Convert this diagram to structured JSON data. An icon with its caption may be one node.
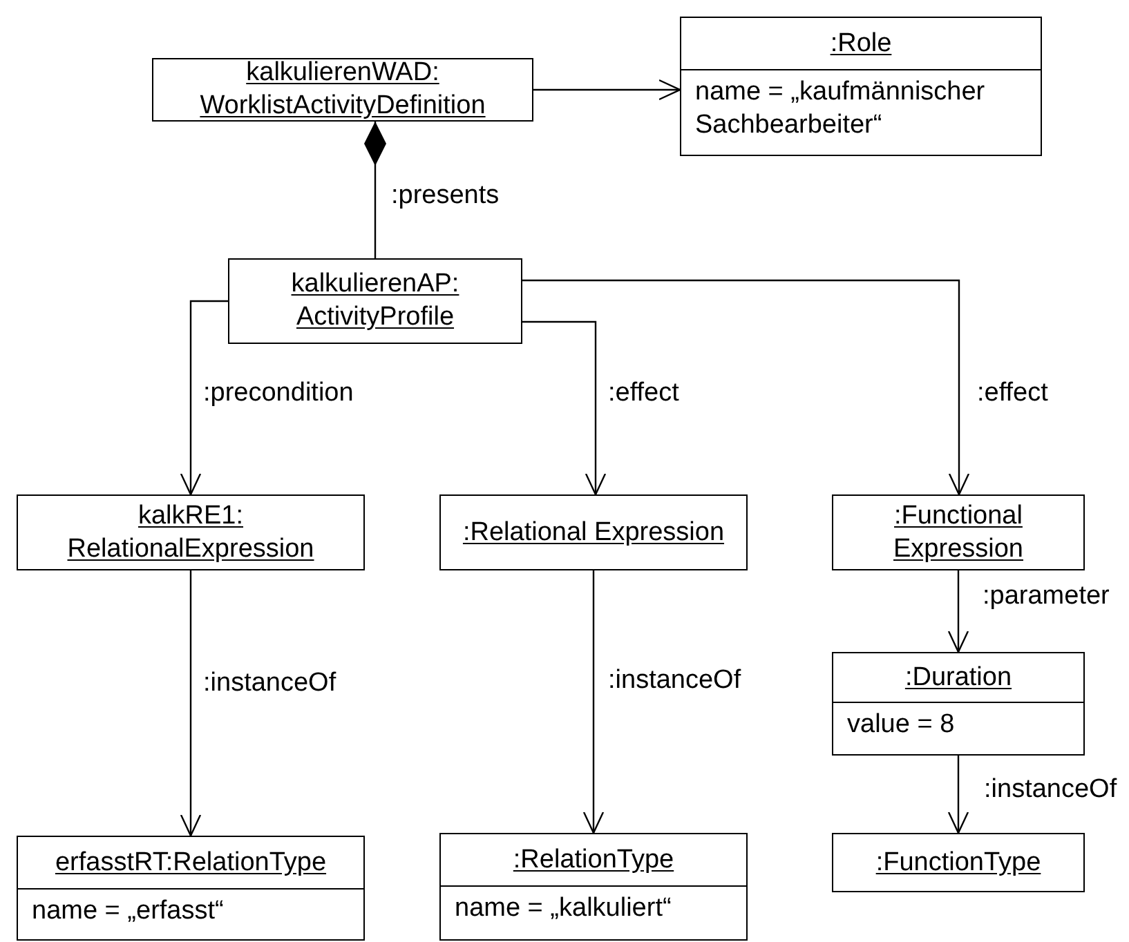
{
  "diagram": {
    "nodes": [
      {
        "text": [
          "kalkulierenWAD: WorklistActivityDefinition"
        ]
      },
      {
        "text": [
          ":Role",
          "name = „kaufmännischer Sachbearbeiter“"
        ]
      },
      {
        "text": [
          "kalkulierenAP: ActivityProfile"
        ]
      },
      {
        "text": [
          "kalkRE1: RelationalExpression"
        ]
      },
      {
        "text": [
          ":Relational Expression"
        ]
      },
      {
        "text": [
          ":Functional Expression"
        ]
      },
      {
        "text": [
          ":Duration",
          "value = 8"
        ]
      },
      {
        "text": [
          "erfasstRT:RelationType",
          "name = „erfasst“"
        ]
      },
      {
        "text": [
          ":RelationType",
          "name = „kalkuliert“"
        ]
      },
      {
        "text": [
          ":FunctionType"
        ]
      }
    ],
    "edges": [
      {
        "from": 0,
        "to": 1,
        "arrow": "to"
      },
      {
        "from": 0,
        "to": 2,
        "arrow": "other",
        "label": ":presents"
      },
      {
        "from": 2,
        "to": 3,
        "arrow": "to",
        "label": ":precondition"
      },
      {
        "from": 2,
        "to": 4,
        "arrow": "to",
        "label": ":effect"
      },
      {
        "from": 2,
        "to": 5,
        "arrow": "to",
        "label": ":effect"
      },
      {
        "from": 3,
        "to": 7,
        "arrow": "to",
        "label": ":instanceOf"
      },
      {
        "from": 4,
        "to": 8,
        "arrow": "to",
        "label": ":instanceOf"
      },
      {
        "from": 5,
        "to": 6,
        "arrow": "to",
        "label": ":parameter"
      },
      {
        "from": 6,
        "to": 9,
        "arrow": "to",
        "label": ":instanceOf"
      }
    ]
  }
}
